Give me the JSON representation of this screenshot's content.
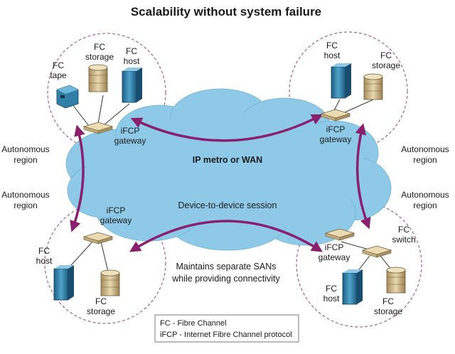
{
  "title": "Scalability without system failure",
  "cloud": {
    "network_label": "IP metro or WAN",
    "session_label": "Device-to-device session",
    "note_line1": "Maintains separate SANs",
    "note_line2": "while providing connectivity"
  },
  "regions": {
    "top_left": {
      "region_line1": "Autonomous",
      "region_line2": "region",
      "tape_line1": "FC",
      "tape_line2": "tape",
      "storage_line1": "FC",
      "storage_line2": "storage",
      "host_line1": "FC",
      "host_line2": "host",
      "gateway_line1": "iFCP",
      "gateway_line2": "gateway"
    },
    "top_right": {
      "region_line1": "Autonomous",
      "region_line2": "region",
      "host_line1": "FC",
      "host_line2": "host",
      "storage_line1": "FC",
      "storage_line2": "storage",
      "gateway_line1": "iFCP",
      "gateway_line2": "gateway"
    },
    "bottom_left": {
      "region_line1": "Autonomous",
      "region_line2": "region",
      "gateway_line1": "iFCP",
      "gateway_line2": "gateway",
      "host_line1": "FC",
      "host_line2": "host",
      "storage_line1": "FC",
      "storage_line2": "storage"
    },
    "bottom_right": {
      "region_line1": "Autonomous",
      "region_line2": "region",
      "switch_line1": "FC",
      "switch_line2": "switch",
      "gateway_line1": "iFCP",
      "gateway_line2": "gateway",
      "host_line1": "FC",
      "host_line2": "host",
      "storage_line1": "FC",
      "storage_line2": "storage"
    }
  },
  "legend": {
    "line1": "FC - Fibre Channel",
    "line2": "iFCP - Internet Fibre Channel protocol"
  },
  "colors": {
    "cloud": "#8ecae8",
    "arrow": "#8a1f6e",
    "region_border": "#b06a8e",
    "host": "#2f7fa6",
    "storage": "#c9b48a",
    "gateway": "#d9c59a"
  }
}
